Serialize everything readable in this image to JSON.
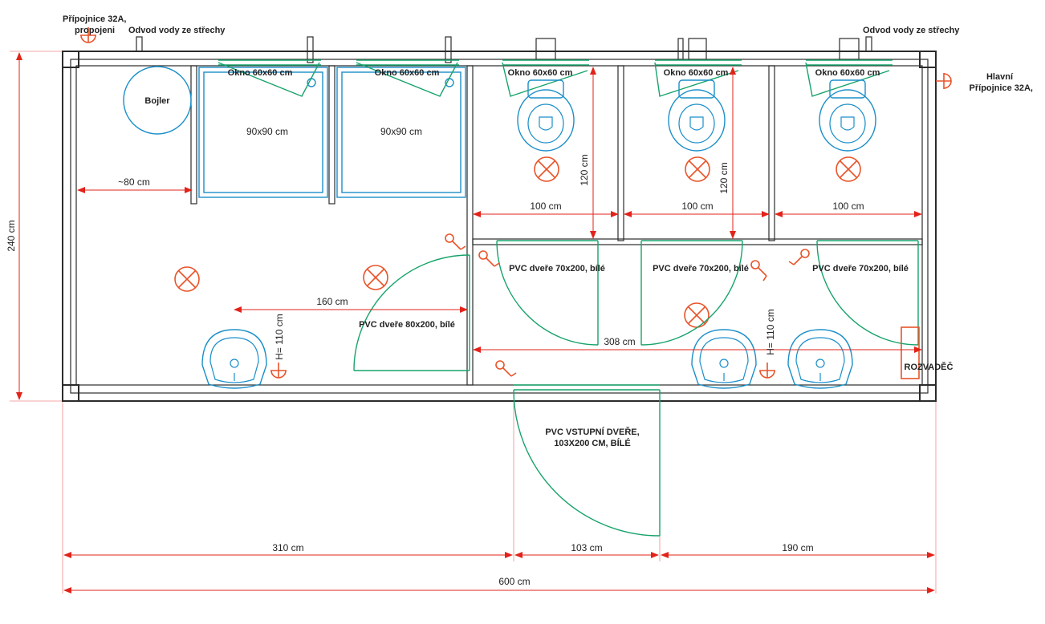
{
  "colors": {
    "wall": "#2b2b2b",
    "fixture": "#1b8fc9",
    "door": "#17a36b",
    "dimension": "#e2231a",
    "electric": "#e8542a"
  },
  "labels": {
    "conn_top_left": "Přípojnice 32A,",
    "conn_top_left_2": "propojeni",
    "drain_left": "Odvod vody ze střechy",
    "drain_right": "Odvod vody ze střechy",
    "main_conn_1": "Hlavní",
    "main_conn_2": "Přípojnice 32A,",
    "boiler": "Bojler",
    "window_1": "Okno 60x60 cm",
    "window_2": "Okno 60x60 cm",
    "window_3": "Okno 60x60 cm",
    "window_4": "Okno 60x60 cm",
    "window_5": "Okno 60x60 cm",
    "shower_1": "90x90 cm",
    "shower_2": "90x90 cm",
    "door_wc_1": "PVC dveře 70x200, bílé",
    "door_wc_2": "PVC dveře 70x200, bílé",
    "door_wc_3": "PVC dveře 70x200, bílé",
    "door_main": "PVC dveře 80x200, bílé",
    "entry_door_1": "PVC VSTUPNÍ DVEŘE,",
    "entry_door_2": "103X200 CM, BÍLÉ",
    "switchboard": "ROZVADĚČ"
  },
  "dimensions": {
    "height": "240 cm",
    "left_gap": "~80 cm",
    "cabin_1": "100 cm",
    "cabin_2": "100 cm",
    "cabin_3": "100 cm",
    "cabin_depth_1": "120 cm",
    "cabin_depth_2": "120 cm",
    "sink_height_left": "H= 110 cm",
    "sink_height_right": "H= 110 cm",
    "room_width": "160 cm",
    "corridor": "308 cm",
    "bottom_left": "310 cm",
    "bottom_door": "103 cm",
    "bottom_right": "190 cm",
    "total": "600 cm"
  }
}
